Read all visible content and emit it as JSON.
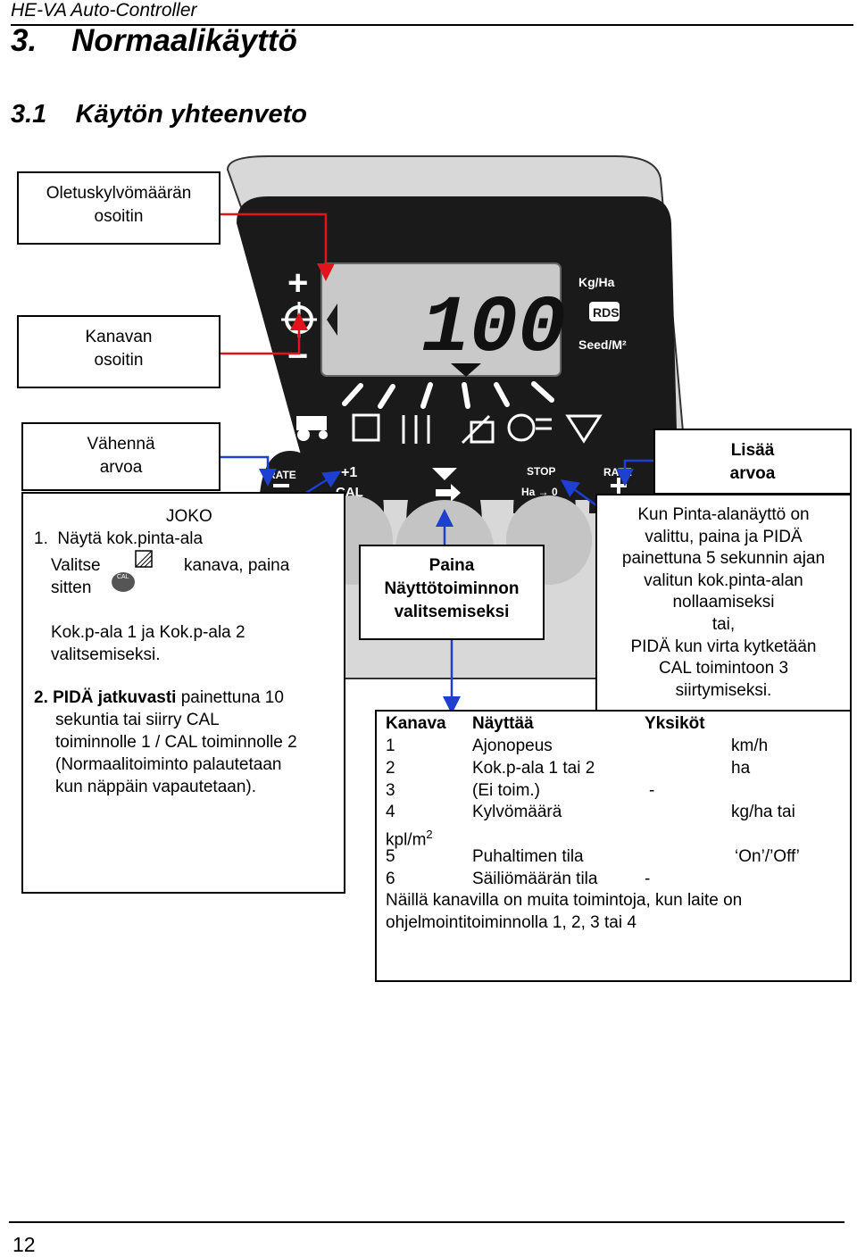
{
  "header": {
    "title": "HE-VA Auto-Controller"
  },
  "chapter": {
    "number": "3.",
    "title": "Normaalikäyttö"
  },
  "section": {
    "number": "3.1",
    "title": "Käytön yhteenveto"
  },
  "callouts": {
    "default_rate": [
      "Oletuskylvömäärän",
      "osoitin"
    ],
    "channel": [
      "Kanavan",
      "osoitin"
    ],
    "decrease": [
      "Vähennä",
      "arvoa"
    ],
    "increase": [
      "Lisää",
      "arvoa"
    ],
    "display_select": [
      "Paina",
      "Näyttötoiminnon",
      "valitsemiseksi"
    ]
  },
  "left_panel": {
    "joko": "JOKO",
    "item1_title": "1.  Näytä kok.pinta-ala",
    "item1_select": "Valitse",
    "item1_channel": "kanava, paina",
    "item1_then": "sitten",
    "item1_line3": "Kok.p-ala 1 ja Kok.p-ala 2",
    "item1_line4": "valitsemiseksi.",
    "item2_num": "2. ",
    "item2_bold": "PIDÄ jatkuvasti",
    "item2_rest": " painettuna 10",
    "item2_lines": [
      "sekuntia tai siirry CAL",
      "toiminnolle 1 / CAL toiminnolle 2",
      "(Normaalitoiminto palautetaan",
      "kun näppäin vapautetaan)."
    ]
  },
  "right_panel": {
    "lines": [
      "Kun Pinta-alanäyttö on",
      "valittu, paina ja PIDÄ",
      "painettuna 5 sekunnin ajan",
      "valitun kok.pinta-alan",
      "nollaamiseksi",
      "tai,",
      "PIDÄ kun virta kytketään",
      "CAL toimintoon 3",
      "siirtymiseksi."
    ]
  },
  "table": {
    "headers": {
      "channel": "Kanava",
      "display": "Näyttää",
      "units": "Yksiköt"
    },
    "rows": [
      {
        "channel": "1",
        "display": "Ajonopeus",
        "units": "km/h"
      },
      {
        "channel": "2",
        "display": "Kok.p-ala 1 tai 2",
        "units": "ha"
      },
      {
        "channel": "3",
        "display": "(Ei toim.)",
        "units": "-"
      },
      {
        "channel": "4",
        "display": "Kylvömäärä",
        "units": "kg/ha tai"
      },
      {
        "channel": "",
        "display": "",
        "units": ""
      },
      {
        "channel": "5",
        "display": "Puhaltimen tila",
        "units": "‘On’/’Off’"
      },
      {
        "channel": "6",
        "display": "Säiliömäärän tila",
        "units": "-"
      }
    ],
    "units_cont": "kpl/m",
    "units_cont_sup": "2",
    "note": [
      "Näillä kanavilla on muita toimintoja, kun laite on",
      "ohjelmointitoiminnolla 1, 2, 3 tai 4"
    ]
  },
  "device": {
    "lcd_value": "100",
    "lcd_unit_1": "Kg/Ha",
    "lcd_brand": "RDS",
    "lcd_unit_2": "Seed/M²",
    "lcd_plus": "+",
    "lcd_minus": "−",
    "btn_rate_minus": "RATE",
    "btn_plus1": "+1",
    "btn_cal": "CAL",
    "btn_stop": "STOP",
    "btn_ha_zero": "Ha → 0",
    "btn_rate_plus": "RATE",
    "cal_icon_label": "CAL"
  },
  "colors": {
    "arrow_red": "#e0141a",
    "arrow_blue": "#1e3fd0",
    "device_dark": "#1a1a1a",
    "device_grey": "#d8d8d8",
    "lcd": "#c9c9c9"
  },
  "page": {
    "number": "12"
  }
}
